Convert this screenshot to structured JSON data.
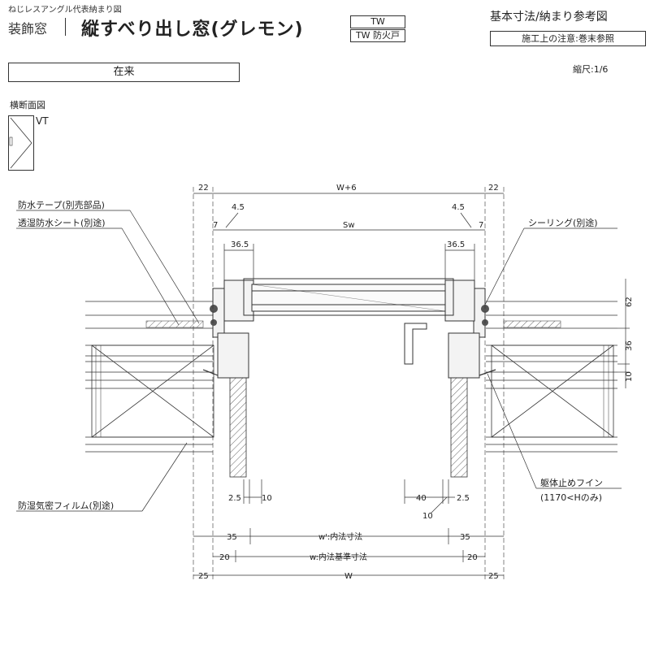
{
  "header": {
    "subtitle": "ねじレスアングル代表納まり図",
    "category": "装飾窓",
    "title": "縦すべり出し窓(グレモン)",
    "tags": [
      "TW",
      "TW 防火戸"
    ],
    "right_title": "基本寸法/納まり参考図",
    "note": "施工上の注意:巻末参照",
    "scale": "縮尺:1/6"
  },
  "condition": "在来",
  "section_label": "横断面図",
  "icon_label": "VT",
  "dimensions": {
    "top_left_offset": "22",
    "top_overall": "W+6",
    "top_right_offset": "22",
    "left_4_5": "4.5",
    "right_4_5": "4.5",
    "left_7": "7",
    "right_7": "7",
    "sash_width": "Sw",
    "left_36_5": "36.5",
    "right_36_5": "36.5",
    "v_62": "62",
    "v_36": "36",
    "v_10": "10",
    "bl_2_5": "2.5",
    "bl_10": "10",
    "br_40": "40",
    "br_2_5": "2.5",
    "br_10": "10",
    "left_35": "35",
    "inner_width": "w':内法寸法",
    "right_35": "35",
    "left_20": "20",
    "inner_standard": "w:内法基準寸法",
    "right_20": "20",
    "left_25": "25",
    "overall_W": "W",
    "right_25": "25"
  },
  "callouts": {
    "waterproof_tape": "防水テープ(別売部品)",
    "breathable_sheet": "透湿防水シート(別途)",
    "sealing": "シーリング(別途)",
    "moisture_film": "防湿気密フィルム(別途)",
    "fin": "躯体止めフイン",
    "fin_note": "(1170<Hのみ)"
  }
}
